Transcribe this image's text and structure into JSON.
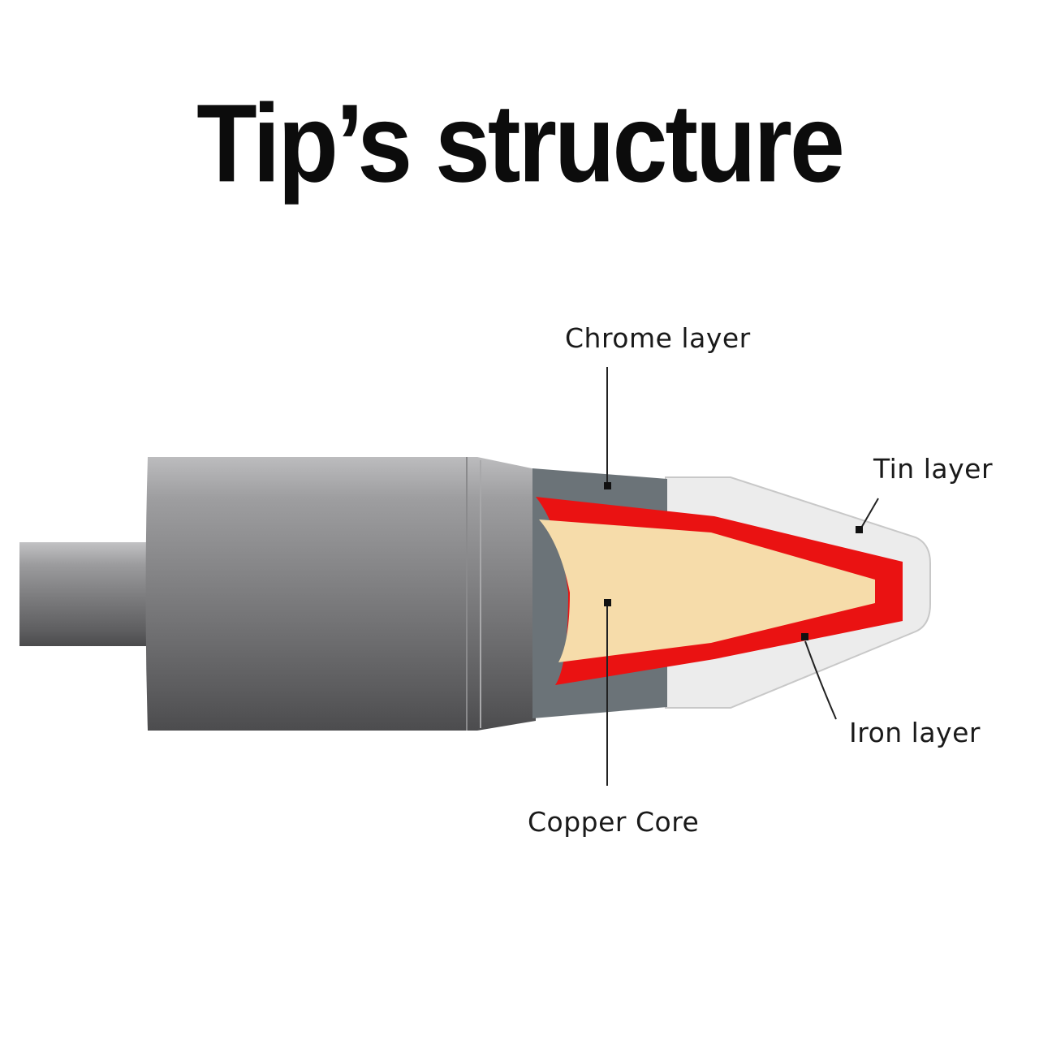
{
  "title": "Tip’s structure",
  "labels": {
    "chrome": "Chrome layer",
    "tin": "Tin layer",
    "iron": "Iron layer",
    "copper": "Copper Core"
  },
  "colors": {
    "shaft": "#7c7c7e",
    "chrome": "#6b7378",
    "tin": "#ececec",
    "iron": "#ea1212",
    "copper": "#f6dcaa"
  }
}
